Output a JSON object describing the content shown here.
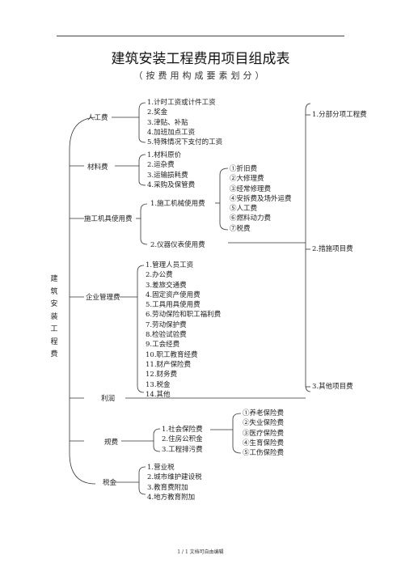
{
  "title": "建筑安装工程费用项目组成表",
  "subtitle": "（按费用构成要素划分）",
  "root": [
    "建",
    "筑",
    "安",
    "装",
    "工",
    "程",
    "费"
  ],
  "categories": {
    "labor": {
      "label": "人工费",
      "items": [
        "1.计时工资或计件工资",
        "2.奖金",
        "3.津贴、补贴",
        "4.加班加点工资",
        "5.特殊情况下支付的工资"
      ]
    },
    "material": {
      "label": "材料费",
      "items": [
        "1.材料原价",
        "2.运杂费",
        "3.运输损耗费",
        "4.采购及保管费"
      ]
    },
    "machinery": {
      "label": "施工机具使用费",
      "sub1": "1.施工机械使用费",
      "sub1_items": [
        "①折旧费",
        "②大修理费",
        "③经常修理费",
        "④安拆费及场外运费",
        "⑤人工费",
        "⑥燃料动力费",
        "⑦税费"
      ],
      "sub2": "2.仪器仪表使用费"
    },
    "management": {
      "label": "企业管理费",
      "items": [
        "1.管理人员工资",
        "2.办公费",
        "3.差旅交通费",
        "4.固定资产使用费",
        "5.工具用具使用费",
        "6.劳动保险和职工福利费",
        "7.劳动保护费",
        "8.检验试验费",
        "9.工会经费",
        "10.职工教育经费",
        "11.财产保险费",
        "12.财务费",
        "13.税金",
        "14.其他"
      ]
    },
    "profit": {
      "label": "利润"
    },
    "regulatory": {
      "label": "规费",
      "items": [
        "1.社会保险费",
        "2.住房公积金",
        "3.工程排污费"
      ],
      "insurance_items": [
        "①养老保险费",
        "②失业保险费",
        "③医疗保险费",
        "④生育保险费",
        "⑤工伤保险费"
      ]
    },
    "tax": {
      "label": "税金",
      "items": [
        "1.营业税",
        "2.城市维护建设税",
        "3.教育费附加",
        "4.地方教育附加"
      ]
    }
  },
  "right_column": [
    "1.分部分项工程费",
    "2.措施项目费",
    "3.其他项目费"
  ],
  "footer": "1 / 1 文档可自由编辑"
}
